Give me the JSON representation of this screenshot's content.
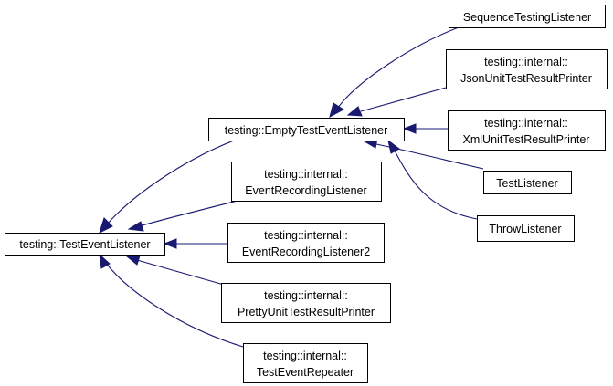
{
  "colors": {
    "edge": "#191970",
    "node_border": "#000000",
    "node_fill": "#ffffff",
    "background": "#ffffff"
  },
  "nodes": {
    "test_event_listener": {
      "lines": [
        "testing::TestEventListener"
      ]
    },
    "empty_test_event_listener": {
      "lines": [
        "testing::EmptyTestEventListener"
      ]
    },
    "sequence_testing_listener": {
      "lines": [
        "SequenceTestingListener"
      ]
    },
    "json_unit_test_result_printer": {
      "lines": [
        "testing::internal::",
        "JsonUnitTestResultPrinter"
      ]
    },
    "xml_unit_test_result_printer": {
      "lines": [
        "testing::internal::",
        "XmlUnitTestResultPrinter"
      ]
    },
    "test_listener": {
      "lines": [
        "TestListener"
      ]
    },
    "throw_listener": {
      "lines": [
        "ThrowListener"
      ]
    },
    "event_recording_listener": {
      "lines": [
        "testing::internal::",
        "EventRecordingListener"
      ]
    },
    "event_recording_listener2": {
      "lines": [
        "testing::internal::",
        "EventRecordingListener2"
      ]
    },
    "pretty_unit_test_result_printer": {
      "lines": [
        "testing::internal::",
        "PrettyUnitTestResultPrinter"
      ]
    },
    "test_event_repeater": {
      "lines": [
        "testing::internal::",
        "TestEventRepeater"
      ]
    }
  },
  "edges": [
    {
      "from": "empty_test_event_listener",
      "to": "test_event_listener"
    },
    {
      "from": "event_recording_listener",
      "to": "test_event_listener"
    },
    {
      "from": "event_recording_listener2",
      "to": "test_event_listener"
    },
    {
      "from": "pretty_unit_test_result_printer",
      "to": "test_event_listener"
    },
    {
      "from": "test_event_repeater",
      "to": "test_event_listener"
    },
    {
      "from": "sequence_testing_listener",
      "to": "empty_test_event_listener"
    },
    {
      "from": "json_unit_test_result_printer",
      "to": "empty_test_event_listener"
    },
    {
      "from": "xml_unit_test_result_printer",
      "to": "empty_test_event_listener"
    },
    {
      "from": "test_listener",
      "to": "empty_test_event_listener"
    },
    {
      "from": "throw_listener",
      "to": "empty_test_event_listener"
    }
  ]
}
